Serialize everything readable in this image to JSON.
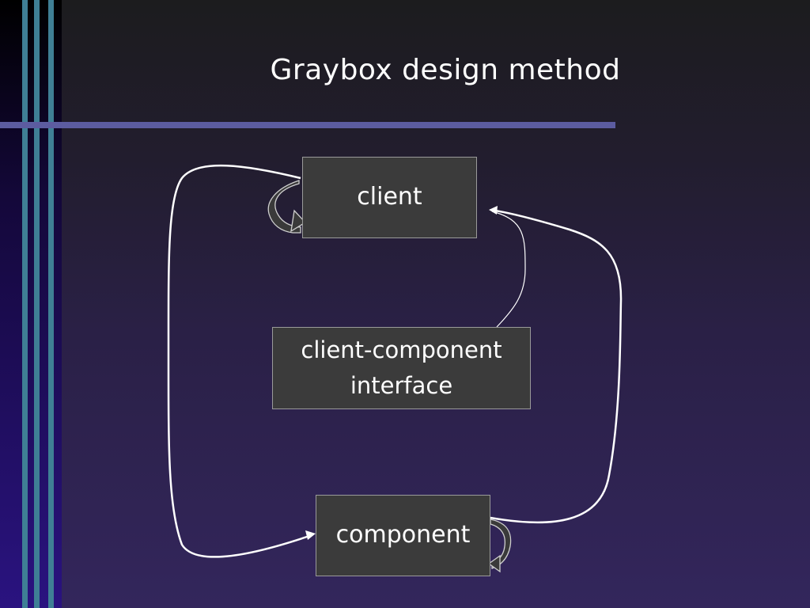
{
  "slide": {
    "title": "Graybox design method"
  },
  "diagram": {
    "boxes": {
      "client": "client",
      "interface_line1": "client-component",
      "interface_line2": "interface",
      "component": "component"
    },
    "colors": {
      "box_fill": "#3b3b3b",
      "box_border": "#9a9a9a",
      "arrow": "#ffffff",
      "title_rule": "#5c5ca0",
      "stripe": "#3f7f95"
    }
  }
}
